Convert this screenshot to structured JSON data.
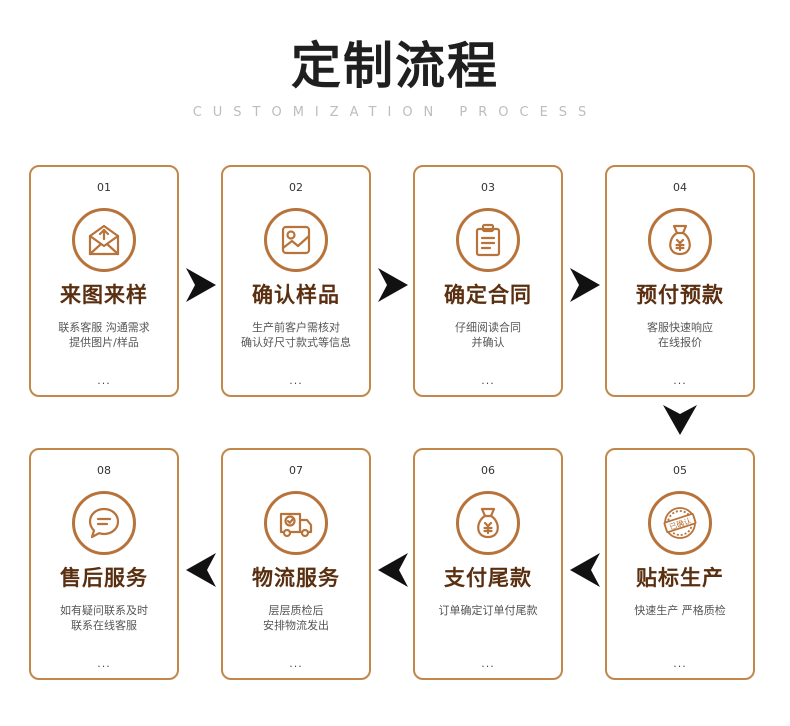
{
  "header": {
    "title": "定制流程",
    "subtitle": "CUSTOMIZATION PROCESS"
  },
  "steps": [
    {
      "num": "01",
      "title": "来图来样",
      "lines": [
        "联系客服 沟通需求",
        "提供图片/样品"
      ],
      "dots": "...",
      "icon": "mail-icon"
    },
    {
      "num": "02",
      "title": "确认样品",
      "lines": [
        "生产前客户需核对",
        "确认好尺寸款式等信息"
      ],
      "dots": "...",
      "icon": "image-icon"
    },
    {
      "num": "03",
      "title": "确定合同",
      "lines": [
        "仔细阅读合同",
        "并确认"
      ],
      "dots": "...",
      "icon": "clipboard-icon"
    },
    {
      "num": "04",
      "title": "预付预款",
      "lines": [
        "客服快速响应",
        "在线报价"
      ],
      "dots": "...",
      "icon": "money-bag-icon"
    },
    {
      "num": "05",
      "title": "贴标生产",
      "lines": [
        "快速生产 严格质检"
      ],
      "dots": "...",
      "icon": "stamp-icon",
      "stamp_text": "已确认"
    },
    {
      "num": "06",
      "title": "支付尾款",
      "lines": [
        "订单确定订单付尾款"
      ],
      "dots": "...",
      "icon": "money-bag-icon"
    },
    {
      "num": "07",
      "title": "物流服务",
      "lines": [
        "层层质检后",
        "安排物流发出"
      ],
      "dots": "...",
      "icon": "truck-icon"
    },
    {
      "num": "08",
      "title": "售后服务",
      "lines": [
        "如有疑问联系及时",
        "联系在线客服"
      ],
      "dots": "...",
      "icon": "chat-bubble-icon"
    }
  ],
  "colors": {
    "border": "#c1884a",
    "icon": "#b8733a",
    "step_title": "#5a2f10",
    "arrow": "#111111"
  }
}
